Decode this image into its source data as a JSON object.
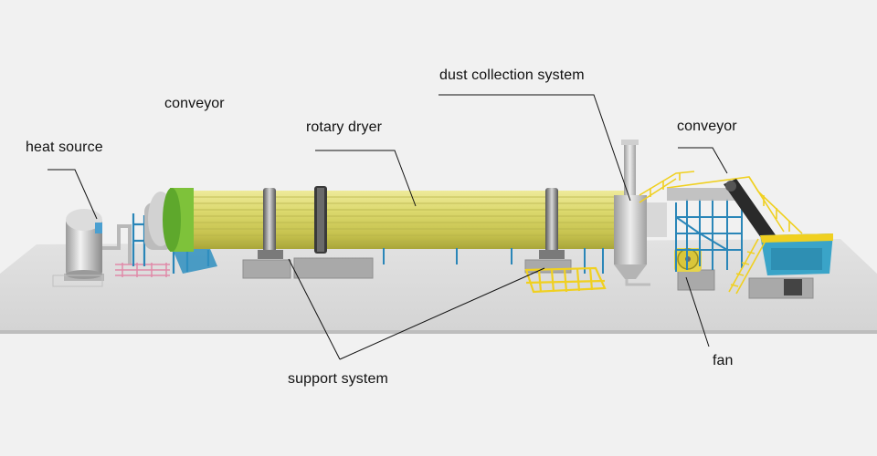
{
  "labels": {
    "heat_source": "heat source",
    "conveyor_left": "conveyor",
    "rotary_dryer": "rotary dryer",
    "dust_collection": "dust collection system",
    "conveyor_right": "conveyor",
    "support_system": "support system",
    "fan": "fan"
  },
  "colors": {
    "background": "#f1f1f1",
    "floor": "#dcdcdc",
    "drum": "#d8d66a",
    "drum_ring": "#7ec23a",
    "steel_frame": "#2a86b8",
    "hopper": "#3aa4c8",
    "safety_yellow": "#f0d020",
    "leader_line": "#111111"
  }
}
